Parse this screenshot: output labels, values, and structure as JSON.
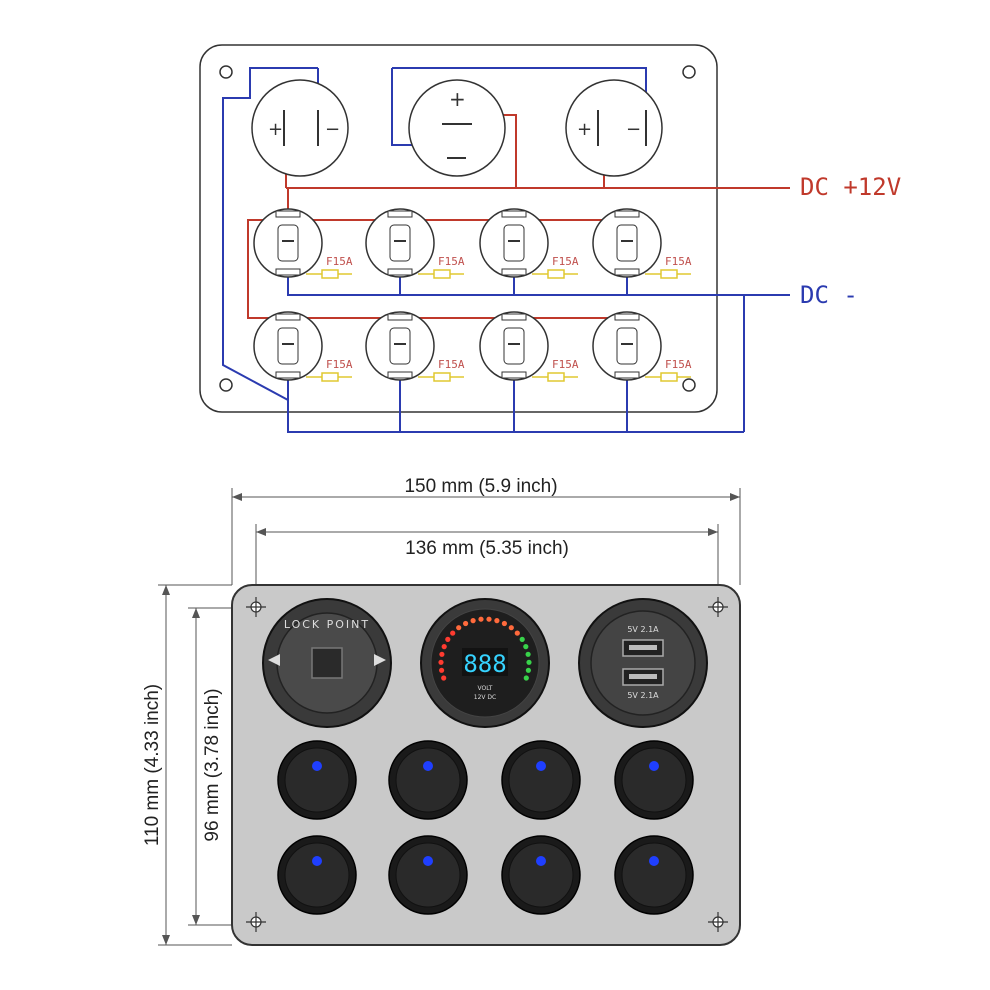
{
  "wiring": {
    "dc_positive_label": "DC +12V",
    "dc_negative_label": "DC -",
    "fuse_label": "F15A",
    "positive_color": "#c0392b",
    "negative_color": "#2b3bb0"
  },
  "dimensions": {
    "overall_width": "150 mm (5.9 inch)",
    "hole_spacing_width": "136 mm (5.35 inch)",
    "overall_height": "110 mm (4.33 inch)",
    "hole_spacing_height": "96 mm (3.78 inch)"
  },
  "panel": {
    "socket_text": "LOCK POINT",
    "voltmeter_reading": "888",
    "voltmeter_caption_1": "VOLT",
    "voltmeter_caption_2": "12V DC",
    "usb_top_label": "5V 2.1A",
    "usb_bottom_label": "5V 2.1A",
    "switch_indicator_color": "#1f3fff",
    "panel_color": "#c9c9c9"
  }
}
